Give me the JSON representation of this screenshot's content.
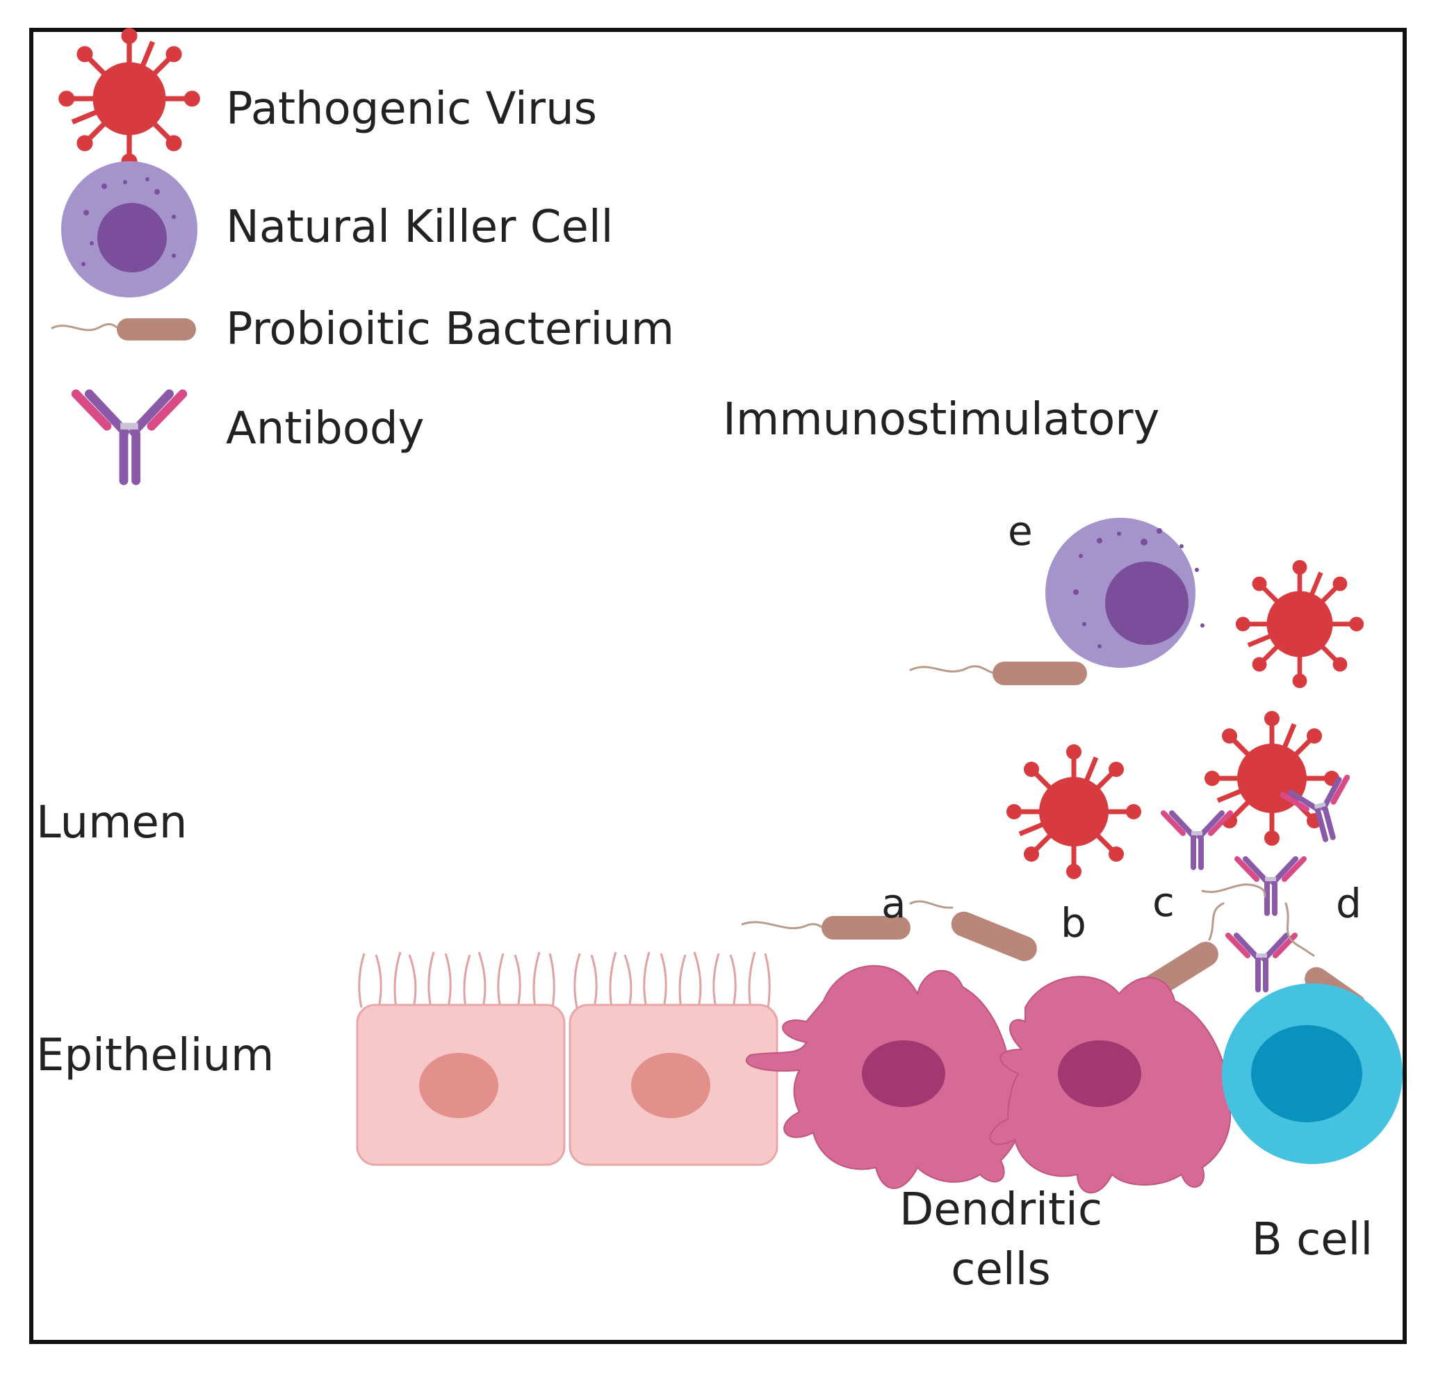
{
  "legend": {
    "virus": "Pathogenic Virus",
    "nk_cell": "Natural Killer Cell",
    "bacterium": "Probioitic Bacterium",
    "antibody": "Antibody"
  },
  "labels": {
    "immunostimulatory": "Immunostimulatory",
    "lumen": "Lumen",
    "epithelium": "Epithelium",
    "dendritic_line1": "Dendritic",
    "dendritic_line2": "cells",
    "b_cell": "B cell"
  },
  "markers": {
    "a": "a",
    "b": "b",
    "c": "c",
    "d": "d",
    "e": "e"
  },
  "colors": {
    "virus": "#d83b3f",
    "nk_outer": "#a594cc",
    "nk_nucleus": "#7b4e9c",
    "bacterium": "#b8877a",
    "antibody_stem": "#8a5aa8",
    "antibody_tip": "#d84b86",
    "epithelial_cell": "#f6c9c8",
    "epithelial_nucleus": "#e3908c",
    "dendritic_cell": "#d46a95",
    "dendritic_nucleus": "#a23872",
    "b_cell_outer": "#45c2df",
    "b_cell_nucleus": "#0a92bf"
  }
}
